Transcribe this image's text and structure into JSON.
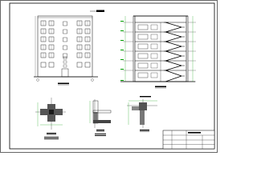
{
  "drawing": {
    "line_color": "#000000",
    "accent_green": "#00a000",
    "background": "#ffffff",
    "views": [
      {
        "id": "front-elevation",
        "caption": ""
      },
      {
        "id": "stair-section",
        "caption": ""
      },
      {
        "id": "detail-a",
        "caption": ""
      },
      {
        "id": "detail-b",
        "caption": ""
      },
      {
        "id": "detail-c",
        "caption": ""
      }
    ],
    "title_block": {
      "rows": 4,
      "cols": 3,
      "texts": []
    }
  }
}
